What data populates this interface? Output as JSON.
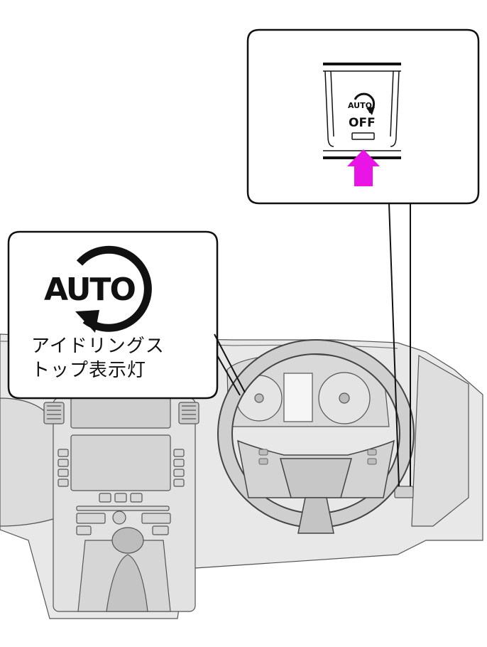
{
  "callout_left": {
    "icon_text": "AUTO",
    "caption_line1": "アイドリングス",
    "caption_line2": "トップ表示灯"
  },
  "callout_right": {
    "button_icon_text": "AUTO",
    "button_label": "OFF"
  },
  "colors": {
    "pointer_arrow": "#e815e6",
    "line": "#111111",
    "dash_fill": "#e9e9e9",
    "dash_shadow": "#c9c9c9"
  },
  "icons": [
    "auto-idle-stop-icon",
    "auto-off-switch-icon",
    "pointer-arrow-icon",
    "steering-wheel-icon"
  ]
}
